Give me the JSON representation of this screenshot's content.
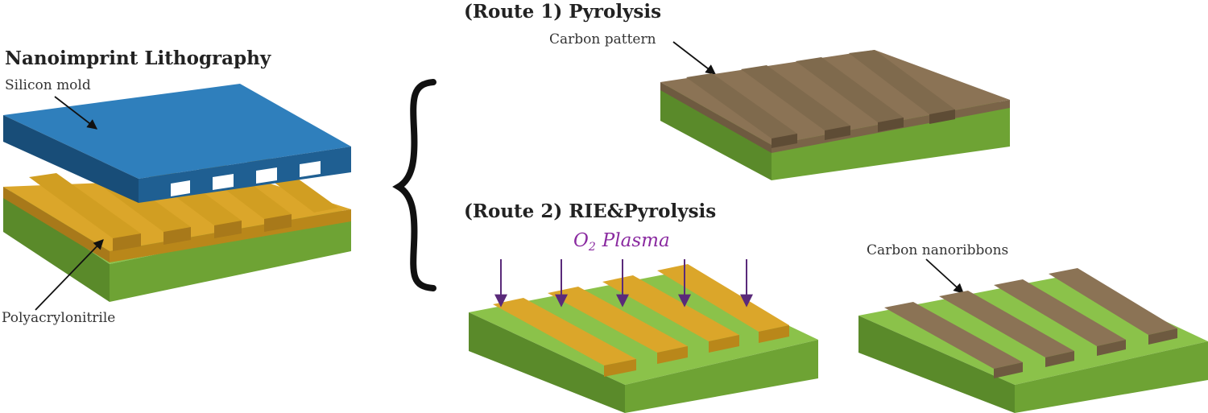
{
  "titles": {
    "nil": "Nanoimprint Lithography",
    "route1": "(Route 1) Pyrolysis",
    "route2": "(Route 2) RIE&Pyrolysis"
  },
  "labels": {
    "silicon_mold": "Silicon mold",
    "polyacrylonitrile": "Polyacrylonitrile",
    "carbon_pattern": "Carbon pattern",
    "carbon_nanoribbons": "Carbon nanoribbons"
  },
  "plasma": {
    "main": "O",
    "sub": "2",
    "rest": "Plasma"
  },
  "colors": {
    "mold_top": "#2f7fbc",
    "mold_front": "#1f5f92",
    "mold_side": "#184d78",
    "substrate_top": "#8bc24a",
    "substrate_front": "#6ea334",
    "substrate_side": "#5a8a2a",
    "polymer_top": "#dba62a",
    "polymer_front": "#b9871a",
    "carbon_top": "#8b7355",
    "carbon_front": "#6e5a40",
    "arrow_purple": "#5a2a7a"
  }
}
